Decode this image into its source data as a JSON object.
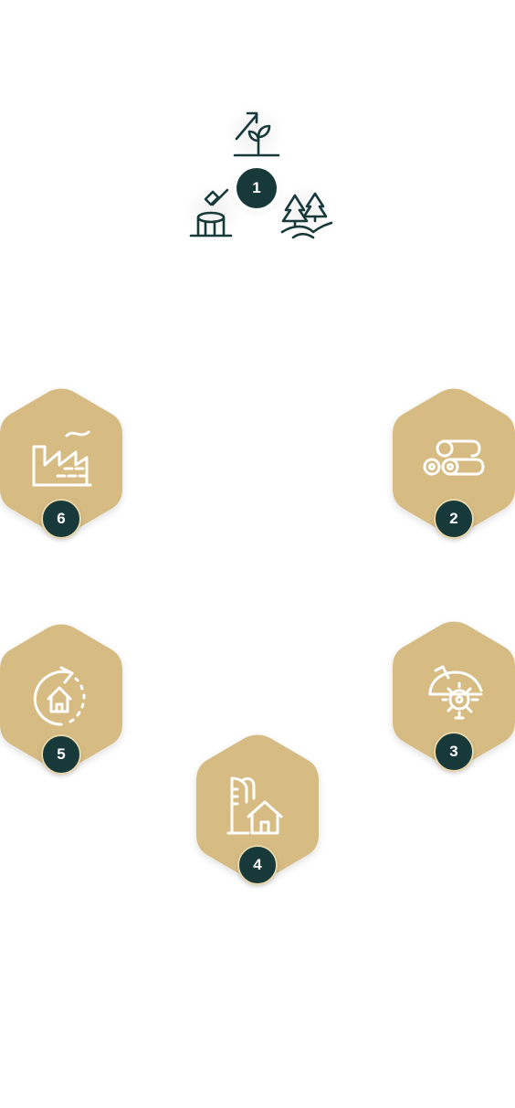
{
  "title": "",
  "colors": {
    "hex_fill": "#d6bb83",
    "badge_fill": "#17393a",
    "badge_ring": "#e8d6a8",
    "dark_icon": "#17393a",
    "light_icon": "#ffffff"
  },
  "center_step": {
    "number": "1",
    "icons": [
      "plant-growth-icon",
      "forest-trees-icon",
      "tree-stump-axe-icon"
    ]
  },
  "steps": [
    {
      "number": "2",
      "icon": "log-pile-icon"
    },
    {
      "number": "3",
      "icon": "sawmill-blade-icon"
    },
    {
      "number": "4",
      "icon": "building-house-icon"
    },
    {
      "number": "5",
      "icon": "recycle-house-icon"
    },
    {
      "number": "6",
      "icon": "factory-icon"
    }
  ]
}
